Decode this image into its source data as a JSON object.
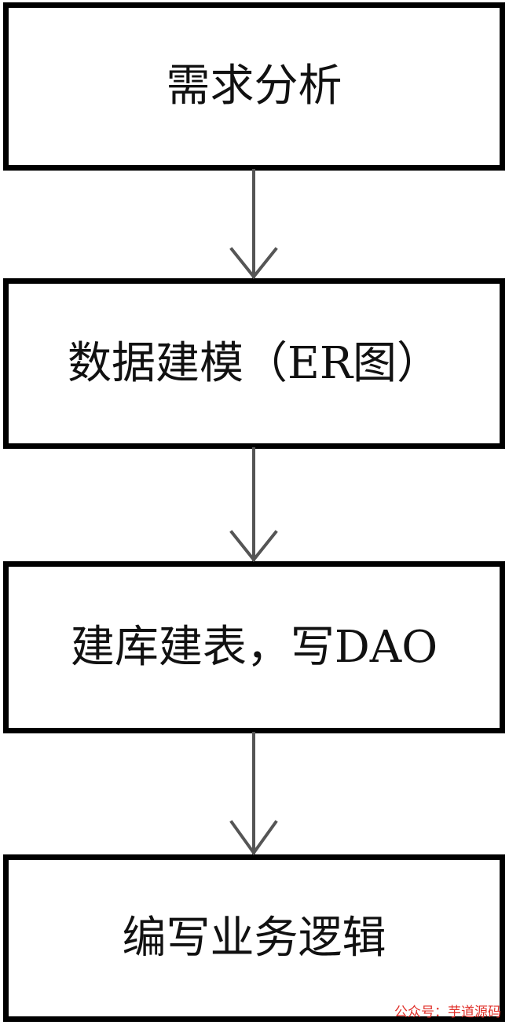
{
  "flowchart": {
    "steps": [
      {
        "label": "需求分析"
      },
      {
        "label": "数据建模（ER图）"
      },
      {
        "label": "建库建表，写DAO"
      },
      {
        "label": "编写业务逻辑"
      }
    ],
    "connector_color": "#555555",
    "border_color": "#000000"
  },
  "watermark": {
    "text": "公众号：芋道源码",
    "color": "#e0302a"
  }
}
